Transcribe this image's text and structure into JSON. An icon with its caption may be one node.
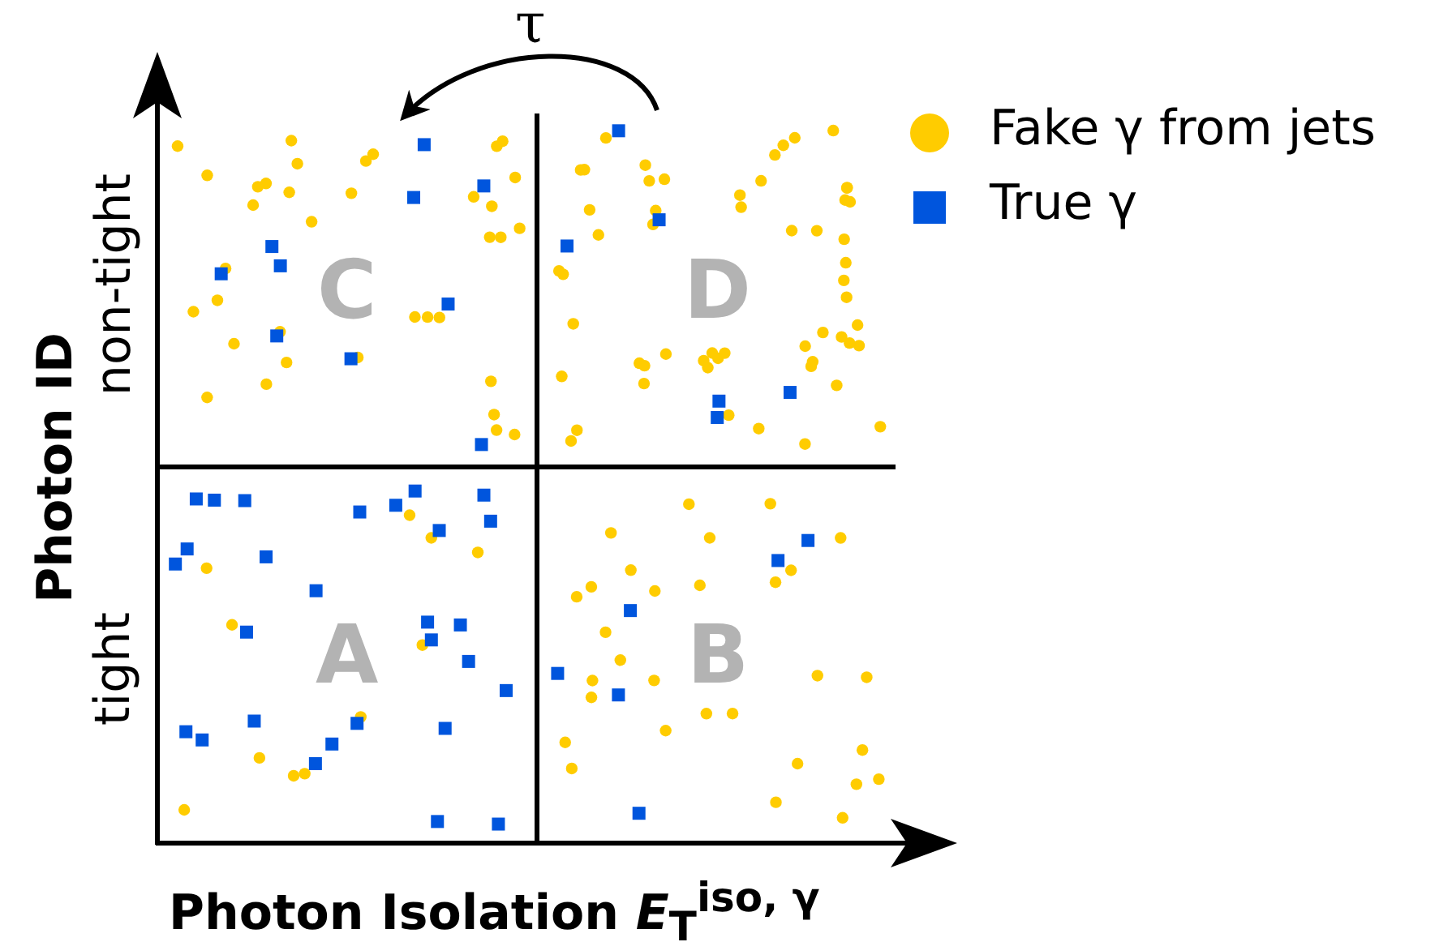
{
  "diagram": {
    "nodes": [
      {
        "text": [
          "C"
        ]
      },
      {
        "text": [
          "D"
        ]
      },
      {
        "text": [
          "A"
        ]
      },
      {
        "text": [
          "B"
        ]
      }
    ],
    "edges": [
      {
        "from": 1,
        "to": 0,
        "arrow": "to",
        "label": "τ"
      }
    ],
    "labels": [
      "Photon ID",
      "non-tight",
      "tight",
      "Photon Isolation *E*$_{T}$$^{iso, γ}$"
    ],
    "legend": [
      {
        "text": "Fake γ from jets",
        "color": "#ffcc00"
      },
      {
        "text": "True γ",
        "color": "#0055dd"
      }
    ]
  }
}
